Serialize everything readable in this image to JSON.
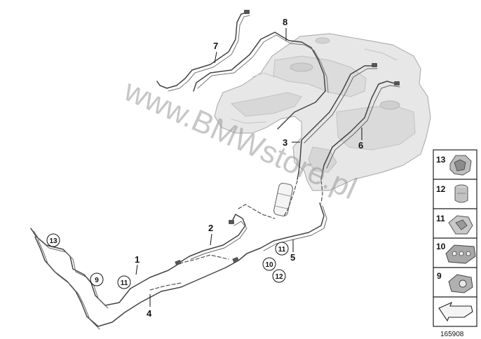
{
  "watermark": "www.BMWstore.pl",
  "diagram_id": "165908",
  "callouts": {
    "c1": "1",
    "c2": "2",
    "c3": "3",
    "c4": "4",
    "c5": "5",
    "c6": "6",
    "c7": "7",
    "c8": "8"
  },
  "circled": {
    "c13": "13",
    "c9": "9",
    "c11a": "11",
    "c11b": "11",
    "c10": "10",
    "c12": "12"
  },
  "legend": {
    "l13": "13",
    "l12": "12",
    "l11": "11",
    "l10": "10",
    "l9": "9"
  },
  "colors": {
    "tank_fill": "#e6e6e6",
    "tank_stroke": "#b4b4b4",
    "line": "#444444",
    "ink": "#111111"
  }
}
